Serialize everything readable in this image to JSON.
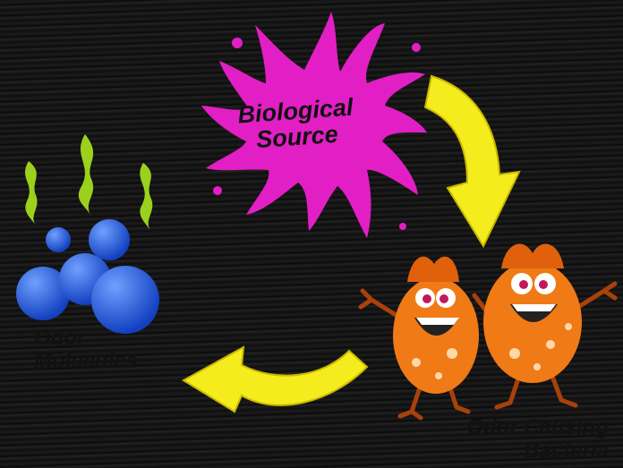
{
  "nodes": {
    "biological_source": {
      "label": "Biological\nSource",
      "color": "#e21fc4"
    },
    "odor_molecules": {
      "label": "Odor\nMolecules",
      "color": "#1f5fe0"
    },
    "odor_bacteria": {
      "label": "Odor Causing\nBacteria",
      "color": "#f07a16"
    }
  },
  "arrows": {
    "color": "#f5ec1e"
  },
  "odor_wisps": {
    "color": "#9bd11c"
  }
}
